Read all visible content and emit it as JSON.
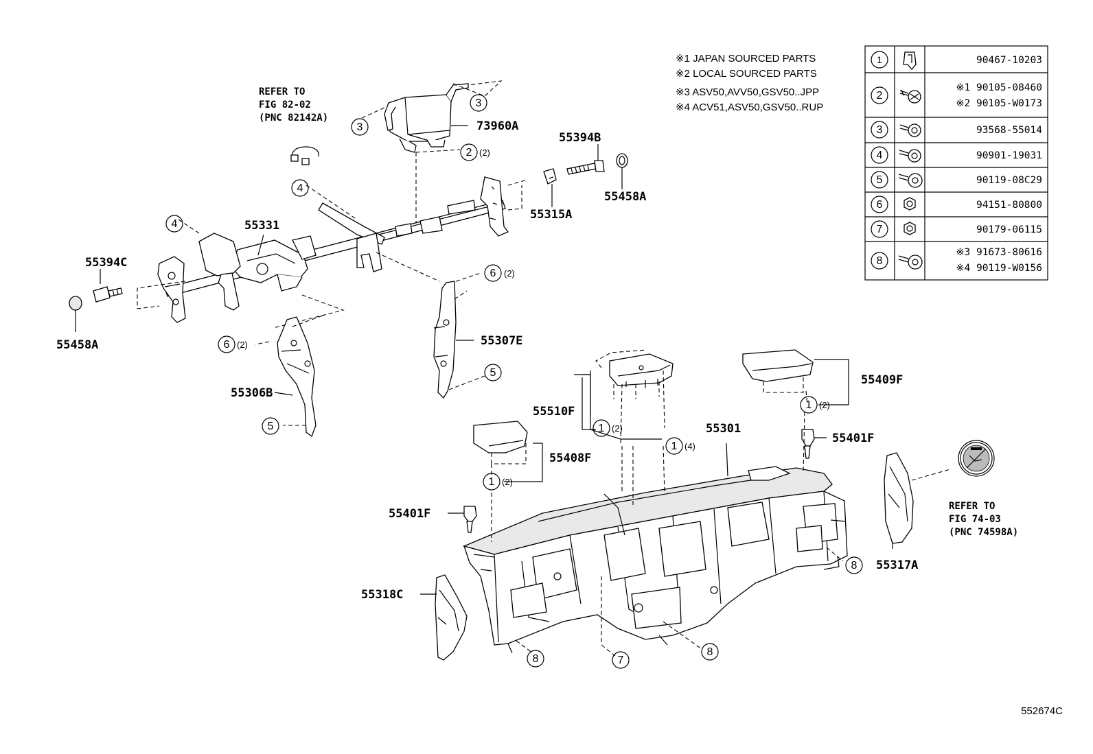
{
  "figure_id": "552674C",
  "notes": [
    {
      "mark": "※1",
      "text": "JAPAN SOURCED PARTS"
    },
    {
      "mark": "※2",
      "text": "LOCAL SOURCED PARTS"
    },
    {
      "mark": "※3",
      "text": "ASV50,AVV50,GSV50..JPP"
    },
    {
      "mark": "※4",
      "text": "ACV51,ASV50,GSV50..RUP"
    }
  ],
  "fastener_table": [
    {
      "no": "1",
      "icon": "clip-icon",
      "parts": [
        "90467-10203"
      ]
    },
    {
      "no": "2",
      "icon": "screw-icon",
      "parts": [
        "※1 90105-08460",
        "※2 90105-W0173"
      ]
    },
    {
      "no": "3",
      "icon": "bolt-icon",
      "parts": [
        "93568-55014"
      ]
    },
    {
      "no": "4",
      "icon": "bolt-icon",
      "parts": [
        "90901-19031"
      ]
    },
    {
      "no": "5",
      "icon": "bolt-icon",
      "parts": [
        "90119-08C29"
      ]
    },
    {
      "no": "6",
      "icon": "nut-icon",
      "parts": [
        "94151-80800"
      ]
    },
    {
      "no": "7",
      "icon": "nut-icon",
      "parts": [
        "90179-06115"
      ]
    },
    {
      "no": "8",
      "icon": "bolt-icon",
      "parts": [
        "※3 91673-80616",
        "※4 90119-W0156"
      ]
    }
  ],
  "part_labels": {
    "p73960A": "73960A",
    "p55394B": "55394B",
    "p55458A_r": "55458A",
    "p55315A": "55315A",
    "p55331": "55331",
    "p55394C": "55394C",
    "p55458A_l": "55458A",
    "p55307E": "55307E",
    "p55306B": "55306B",
    "p55510F": "55510F",
    "p55409F": "55409F",
    "p55408F": "55408F",
    "p55301": "55301",
    "p55401F_r": "55401F",
    "p55401F_l": "55401F",
    "p55317A": "55317A",
    "p55318C": "55318C"
  },
  "references": {
    "ref1": {
      "line1": "REFER TO",
      "line2": "FIG 82-02",
      "line3": "(PNC 82142A)"
    },
    "ref2": {
      "line1": "REFER TO",
      "line2": "FIG 74-03",
      "line3": "(PNC 74598A)"
    }
  },
  "callouts": {
    "c_3a": "3",
    "c_3b": "3",
    "c_2": "2",
    "q_2": "(2)",
    "c_4a": "4",
    "c_4b": "4",
    "c_6a": "6",
    "q_6a": "(2)",
    "c_6b": "6",
    "q_6b": "(2)",
    "c_5a": "5",
    "c_5b": "5",
    "c_1a": "1",
    "q_1a": "(2)",
    "c_1b": "1",
    "q_1b": "(2)",
    "c_1c": "1",
    "q_1c": "(4)",
    "c_1d": "1",
    "q_1d": "(2)",
    "c_8a": "8",
    "c_8b": "8",
    "c_8c": "8",
    "c_7": "7"
  }
}
